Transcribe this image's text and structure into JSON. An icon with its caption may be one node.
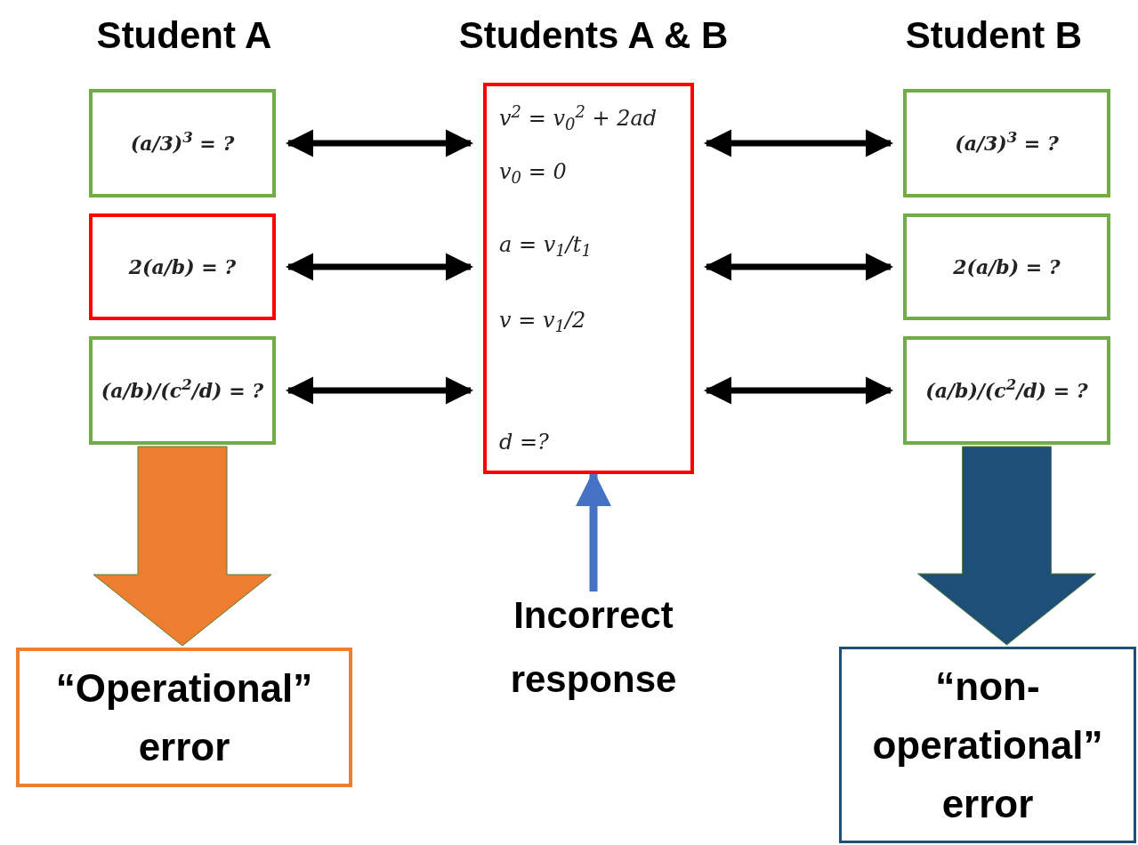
{
  "diagram": {
    "nodes": [
      {
        "text": [
          "(a/3)$^{3}$ = ?"
        ]
      },
      {
        "text": [
          "2(a/b) = ?"
        ]
      },
      {
        "text": [
          "(a/b)/(c$^{2}$/d) = ?"
        ]
      },
      {
        "text": [
          "v$^{2}$ = v$_{0}$$^{2}$ + 2ad",
          "v$_{0}$ = 0",
          "a = v$_{1}$/t$_{1}$",
          "v = v$_{1}$/2",
          "d =?"
        ]
      },
      {
        "text": [
          "(a/3)$^{3}$ = ?"
        ]
      },
      {
        "text": [
          "2(a/b) = ?"
        ]
      },
      {
        "text": [
          "(a/b)/(c$^{2}$/d) = ?"
        ]
      },
      {
        "text": [
          "“Operational” error"
        ]
      },
      {
        "text": [
          "“non-operational” error"
        ]
      },
      {
        "text": [
          "Incorrect response"
        ]
      }
    ],
    "edges": [
      {
        "from": 0,
        "to": 3,
        "arrow": "both"
      },
      {
        "from": 1,
        "to": 3,
        "arrow": "both"
      },
      {
        "from": 2,
        "to": 3,
        "arrow": "both"
      },
      {
        "from": 3,
        "to": 4,
        "arrow": "both"
      },
      {
        "from": 3,
        "to": 5,
        "arrow": "both"
      },
      {
        "from": 3,
        "to": 6,
        "arrow": "both"
      },
      {
        "from": 2,
        "to": 7,
        "arrow": "to",
        "style": "thick",
        "color": "#ed7d31"
      },
      {
        "from": 6,
        "to": 8,
        "arrow": "to",
        "style": "thick",
        "color": "#1f4e79"
      },
      {
        "from": 9,
        "to": 3,
        "arrow": "to",
        "color": "#4472c4"
      }
    ],
    "labels": [
      "Student A",
      "Students A & B",
      "Student B"
    ]
  }
}
